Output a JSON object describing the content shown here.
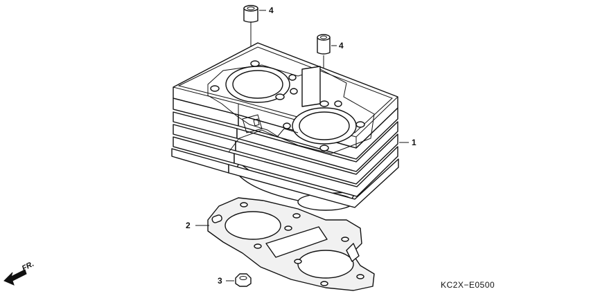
{
  "diagram": {
    "callouts": [
      {
        "id": "cylinder",
        "number": "1"
      },
      {
        "id": "gasket",
        "number": "2"
      },
      {
        "id": "nut",
        "number": "3"
      },
      {
        "id": "dowel_a",
        "number": "4"
      },
      {
        "id": "dowel_b",
        "number": "4"
      }
    ],
    "direction_label": "FR.",
    "diagram_code": "KC2X−E0500",
    "icons": [
      "front-direction-arrow-icon"
    ],
    "colors": {
      "line": "#111111",
      "background": "#ffffff"
    }
  }
}
